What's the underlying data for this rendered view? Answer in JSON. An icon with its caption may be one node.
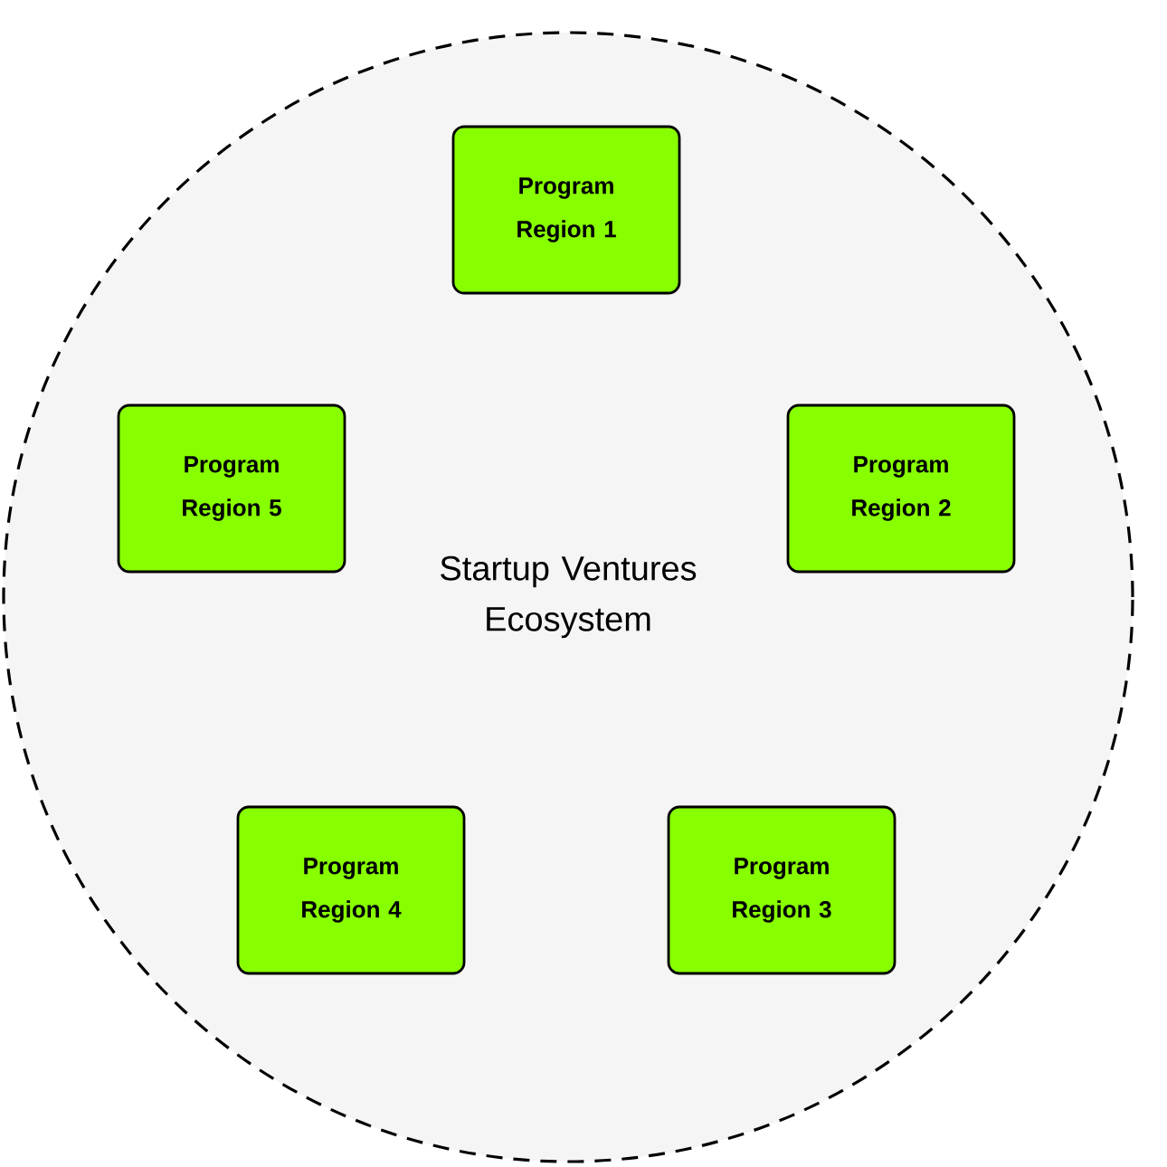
{
  "diagram": {
    "nodes": [
      {
        "text": [
          "Startup Ventures Ecosystem"
        ]
      },
      {
        "text": [
          "Program Region 1"
        ],
        "in": 0
      },
      {
        "text": [
          "Program Region 2"
        ],
        "in": 0
      },
      {
        "text": [
          "Program Region 3"
        ],
        "in": 0
      },
      {
        "text": [
          "Program Region 4"
        ],
        "in": 0
      },
      {
        "text": [
          "Program Region 5"
        ],
        "in": 0
      }
    ]
  }
}
